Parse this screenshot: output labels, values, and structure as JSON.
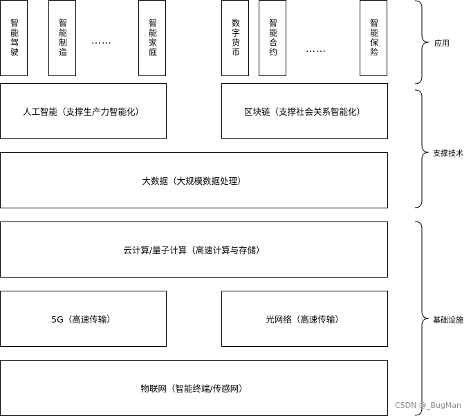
{
  "applications": {
    "left": [
      "智能驾驶",
      "智能制造",
      "智能家庭"
    ],
    "right": [
      "数字货币",
      "智能合约",
      "智能保险"
    ],
    "ellipsis_left": "……",
    "ellipsis_right": "……"
  },
  "tech": {
    "ai": "人工智能（支撑生产力智能化）",
    "blockchain": "区块链（支撑社会关系智能化）",
    "bigdata": "大数据（大规模数据处理）"
  },
  "infra": {
    "cloud": "云计算/量子计算（高速计算与存储）",
    "fiveg": "5G（高速传输）",
    "optical": "光网络（高速传输）",
    "iot": "物联网（智能终端/传感网）"
  },
  "layers": {
    "app": "应用",
    "tech": "支撑技术",
    "infra": "基础设施"
  },
  "watermark": "CSDN @_BugMan"
}
